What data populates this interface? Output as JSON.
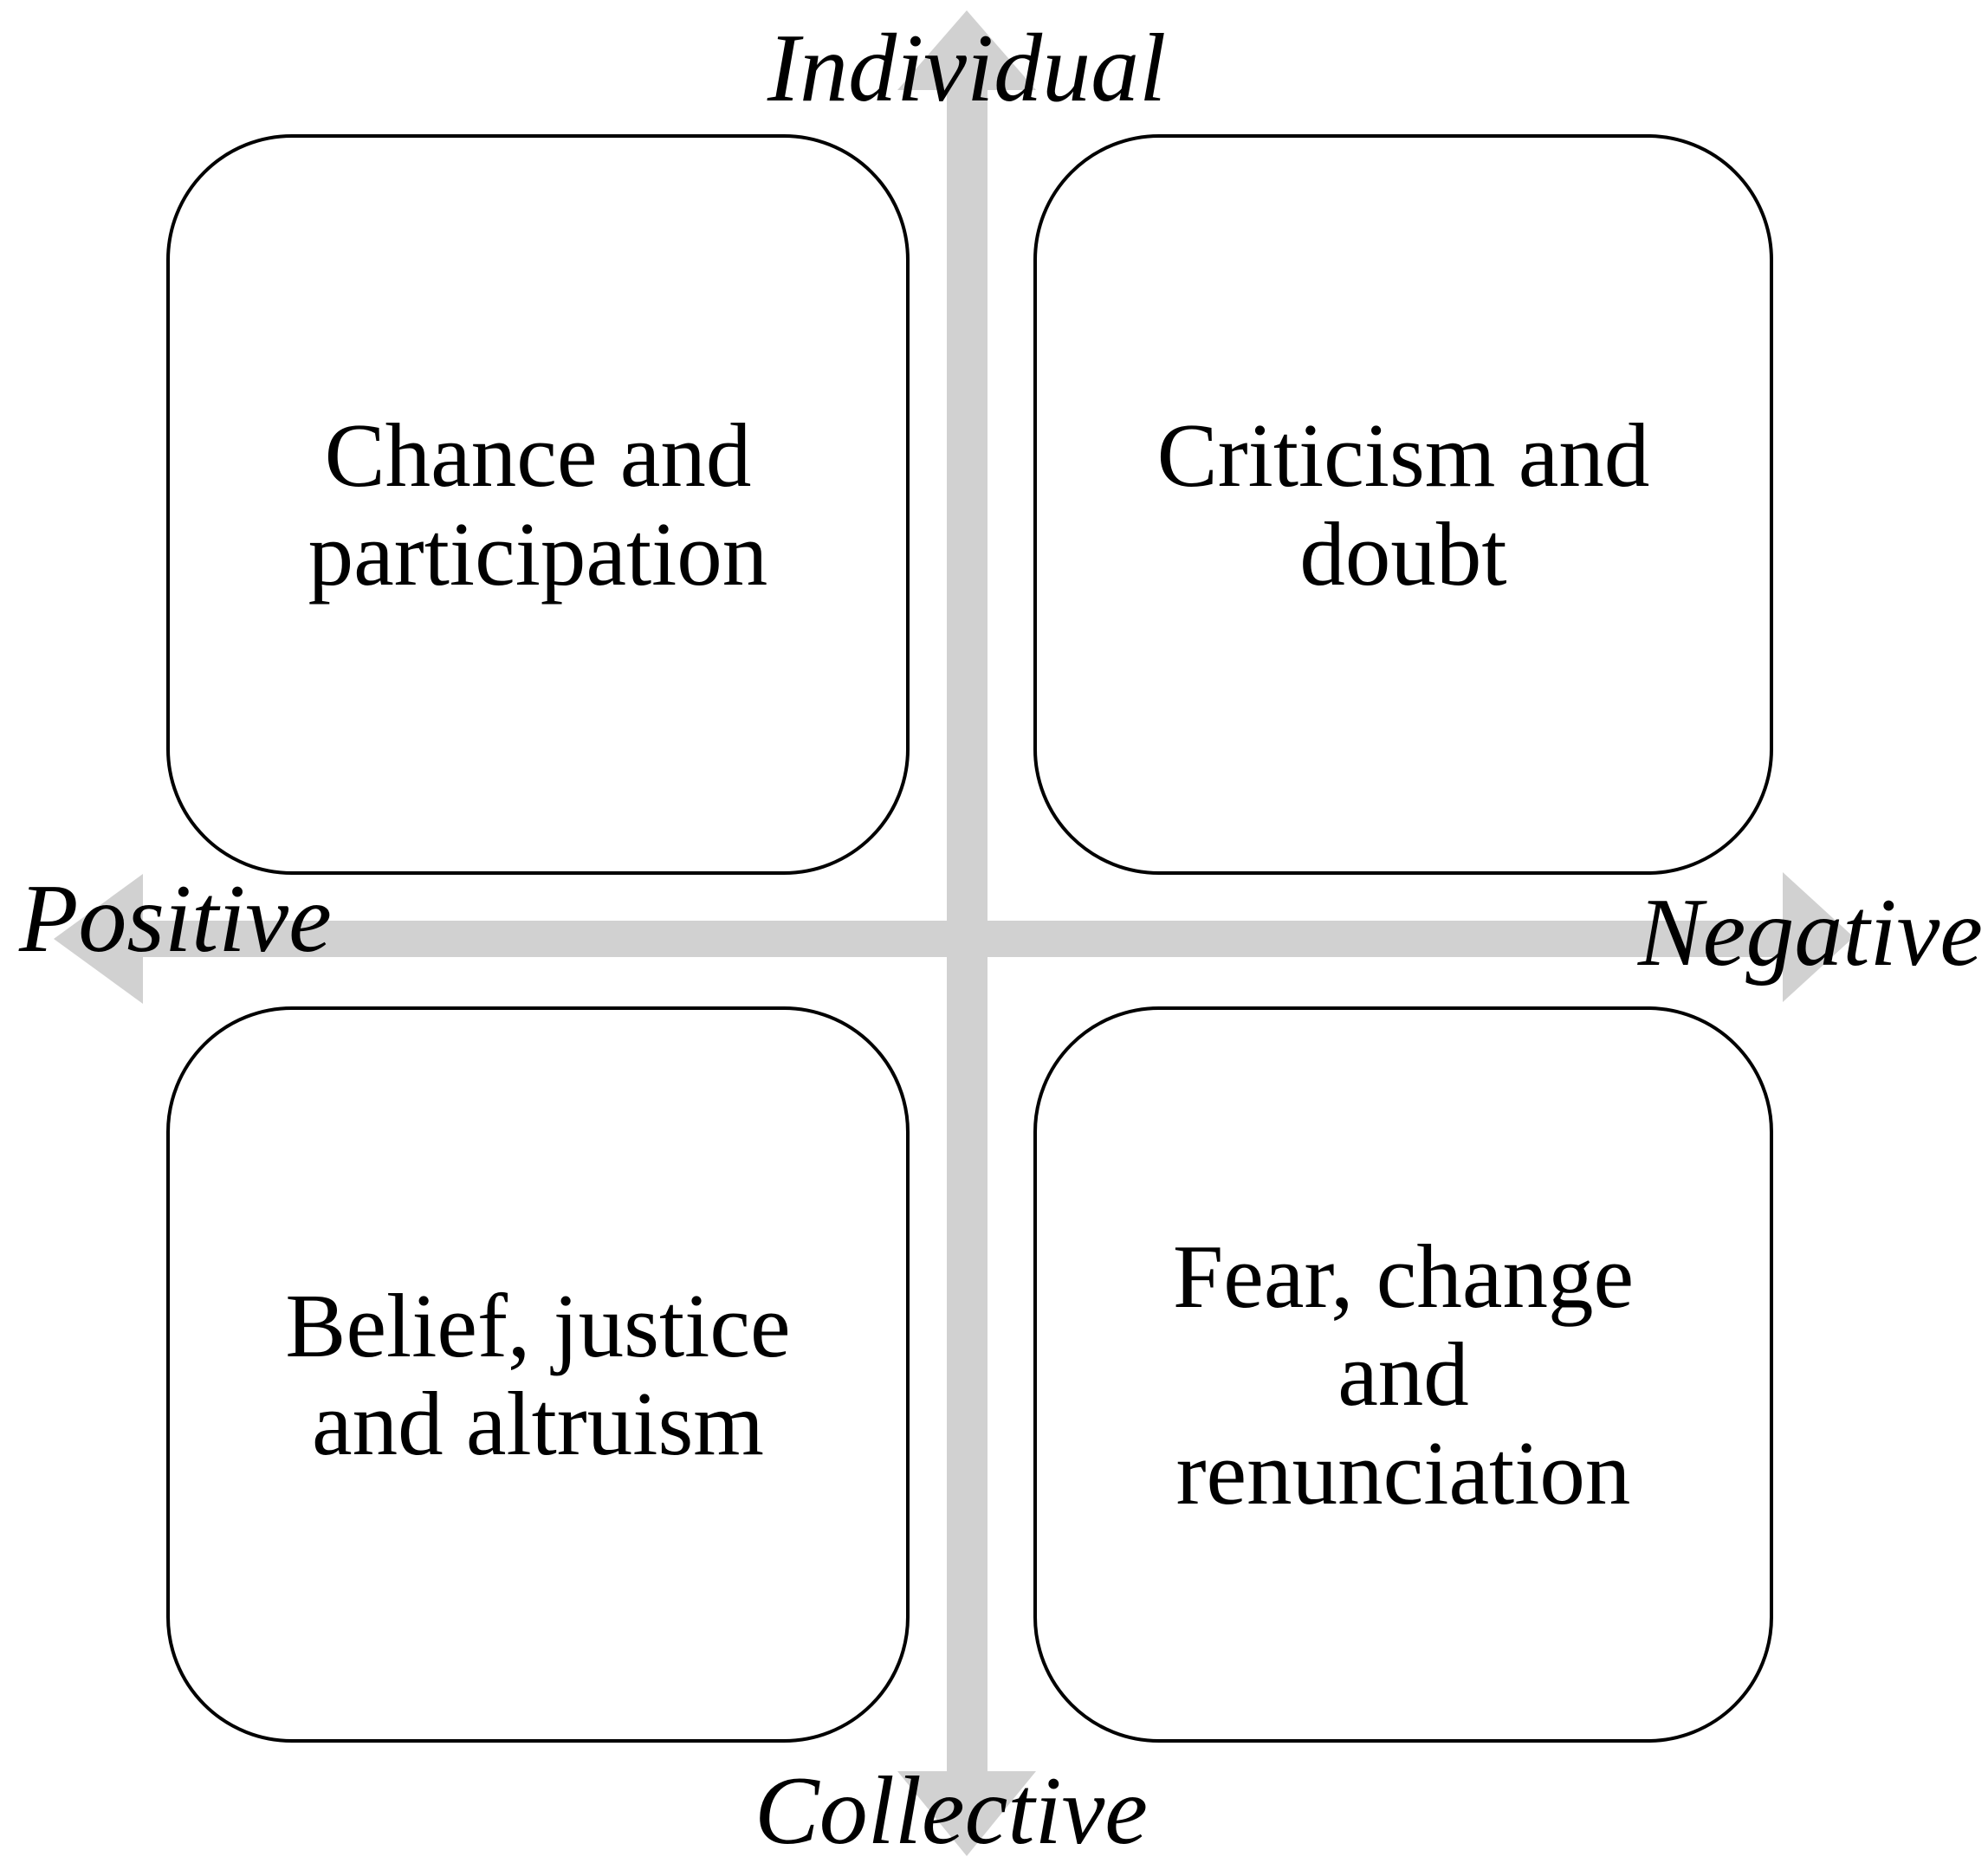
{
  "figure": {
    "type": "quadrant-diagram",
    "axes": {
      "top": "Individual",
      "bottom": "Collective",
      "left": "Positive",
      "right": "Negative"
    },
    "quadrants": {
      "top_left": "Chance and\nparticipation",
      "top_right": "Criticism and\ndoubt",
      "bottom_left": "Belief, justice\nand altruism",
      "bottom_right": "Fear, change\nand\nrenunciation"
    },
    "colors": {
      "arrow": "#d1d1d1",
      "line": "#000000",
      "text": "#000000",
      "background": "#ffffff"
    }
  }
}
